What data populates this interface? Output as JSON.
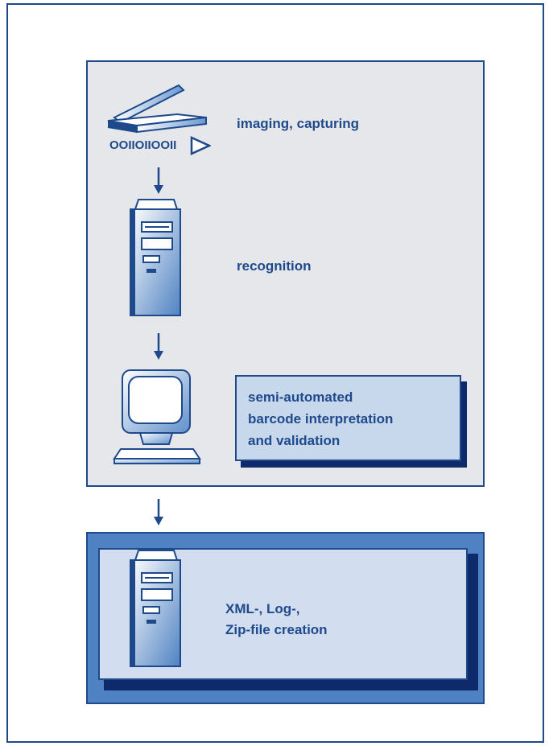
{
  "steps": {
    "imaging": {
      "label": "imaging, capturing",
      "binary": "OOIIOIIOOII"
    },
    "recognition": {
      "label": "recognition"
    },
    "validation": {
      "line1": "semi-automated",
      "line2": "barcode interpretation",
      "line3": "and validation"
    },
    "output": {
      "line1": "XML-, Log-,",
      "line2": "Zip-file creation"
    }
  },
  "colors": {
    "primary": "#1e4a8c",
    "panel_gray": "#e6e7ea",
    "panel_blue": "#4f82c2",
    "light_blue": "#d2def0",
    "shadow": "#0f2a6b"
  },
  "icons": [
    "scanner-icon",
    "arrow-right-icon",
    "tower-computer-icon",
    "monitor-computer-icon",
    "arrow-down-icon"
  ]
}
